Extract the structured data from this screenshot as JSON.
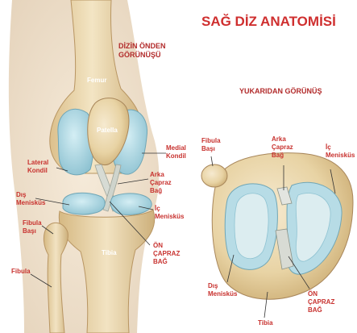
{
  "title": "SAĞ DİZ ANATOMİSİ",
  "front_view": {
    "heading": [
      "DİZİN ÖNDEN",
      "GÖRÜNÜŞÜ"
    ],
    "labels": {
      "femur": "Femur",
      "patella": "Patella",
      "lateral_condyle": [
        "Lateral",
        "Kondil"
      ],
      "medial_condyle": [
        "Medial",
        "Kondil"
      ],
      "posterior_cruciate": [
        "Arka",
        "Çapraz",
        "Bağ"
      ],
      "lateral_meniscus": [
        "Dış",
        "Menisküs"
      ],
      "medial_meniscus": [
        "İç",
        "Menisküs"
      ],
      "fibula_head": [
        "Fibula",
        "Başı"
      ],
      "anterior_cruciate": [
        "ÖN",
        "ÇAPRAZ",
        "BAĞ"
      ],
      "tibia": "Tibia",
      "fibula": "Fibula"
    }
  },
  "top_view": {
    "heading": "YUKARIDAN GÖRÜNÜŞ",
    "labels": {
      "fibula_head": [
        "Fibula",
        "Başı"
      ],
      "posterior_cruciate": [
        "Arka",
        "Çapraz",
        "Bağ"
      ],
      "medial_meniscus": [
        "İç",
        "Menisküs"
      ],
      "lateral_meniscus": [
        "Dış",
        "Menisküs"
      ],
      "anterior_cruciate": [
        "ÖN",
        "ÇAPRAZ",
        "BAĞ"
      ],
      "tibia": "Tibia"
    }
  },
  "colors": {
    "title": "#cf2f2f",
    "label": "#c8322f",
    "bone": "#ecd9b0",
    "bone_shadow": "#c9ad7a",
    "cartilage": "#a9d3de",
    "ligament": "#d9dcd6"
  }
}
